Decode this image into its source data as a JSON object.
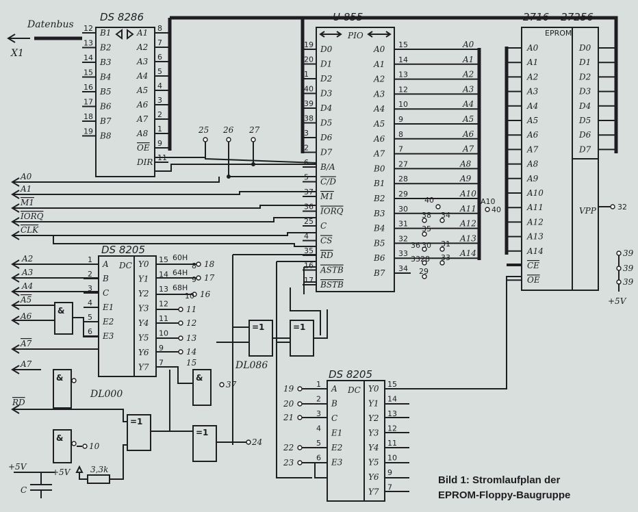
{
  "ic_8286": {
    "name": "DS 8286",
    "left": [
      {
        "n": "12",
        "l": "B1"
      },
      {
        "n": "13",
        "l": "B2"
      },
      {
        "n": "14",
        "l": "B3"
      },
      {
        "n": "15",
        "l": "B4"
      },
      {
        "n": "16",
        "l": "B5"
      },
      {
        "n": "17",
        "l": "B6"
      },
      {
        "n": "18",
        "l": "B7"
      },
      {
        "n": "19",
        "l": "B8"
      }
    ],
    "right": [
      {
        "n": "8",
        "l": "A1"
      },
      {
        "n": "7",
        "l": "A2"
      },
      {
        "n": "6",
        "l": "A3"
      },
      {
        "n": "5",
        "l": "A4"
      },
      {
        "n": "4",
        "l": "A5"
      },
      {
        "n": "3",
        "l": "A6"
      },
      {
        "n": "2",
        "l": "A7"
      },
      {
        "n": "1",
        "l": "A8"
      },
      {
        "n": "9",
        "l": "OE"
      },
      {
        "n": "11",
        "l": "DIR"
      }
    ]
  },
  "ic_u855": {
    "name": "U 855",
    "center": "PIO",
    "left": [
      {
        "n": "19",
        "l": "D0"
      },
      {
        "n": "20",
        "l": "D1"
      },
      {
        "n": "1",
        "l": "D2"
      },
      {
        "n": "40",
        "l": "D3"
      },
      {
        "n": "39",
        "l": "D4"
      },
      {
        "n": "38",
        "l": "D5"
      },
      {
        "n": "3",
        "l": "D6"
      },
      {
        "n": "2",
        "l": "D7"
      },
      {
        "n": "6",
        "l": "B/A"
      },
      {
        "n": "5",
        "l": "C/D"
      },
      {
        "n": "37",
        "l": "M1"
      },
      {
        "n": "36",
        "l": "IORQ"
      },
      {
        "n": "25",
        "l": "C"
      },
      {
        "n": "4",
        "l": "CS"
      },
      {
        "n": "35",
        "l": "RD"
      },
      {
        "n": "16",
        "l": "ASTB"
      },
      {
        "n": "17",
        "l": "BSTB"
      }
    ],
    "right": [
      {
        "n": "15",
        "l": "A0"
      },
      {
        "n": "14",
        "l": "A1"
      },
      {
        "n": "13",
        "l": "A2"
      },
      {
        "n": "12",
        "l": "A3"
      },
      {
        "n": "10",
        "l": "A4"
      },
      {
        "n": "9",
        "l": "A5"
      },
      {
        "n": "8",
        "l": "A6"
      },
      {
        "n": "7",
        "l": "A7"
      },
      {
        "n": "27",
        "l": "B0"
      },
      {
        "n": "28",
        "l": "B1"
      },
      {
        "n": "29",
        "l": "B2"
      },
      {
        "n": "30",
        "l": "B3"
      },
      {
        "n": "31",
        "l": "B4"
      },
      {
        "n": "32",
        "l": "B5"
      },
      {
        "n": "33",
        "l": "B6"
      },
      {
        "n": "34",
        "l": "B7"
      }
    ],
    "netA": [
      "A0",
      "A1",
      "A2",
      "A3",
      "A4",
      "A5",
      "A6",
      "A7"
    ],
    "netB": [
      "A8",
      "A9",
      "A10",
      "A11",
      "A12",
      "A13",
      "A14"
    ]
  },
  "ic_eprom": {
    "name": "2716 – 27256",
    "center": "EPROM",
    "left": [
      "A0",
      "A1",
      "A2",
      "A3",
      "A4",
      "A5",
      "A6",
      "A7",
      "A8",
      "A9",
      "A10",
      "A11",
      "A12",
      "A13",
      "A14",
      "CE",
      "OE"
    ],
    "right": [
      "D0",
      "D1",
      "D2",
      "D3",
      "D4",
      "D5",
      "D6",
      "D7"
    ],
    "vpp": "VPP",
    "vpp_pin": "32"
  },
  "ic_8205a": {
    "name": "DS 8205",
    "center": "DC",
    "left": [
      {
        "n": "1",
        "l": "A"
      },
      {
        "n": "2",
        "l": "B"
      },
      {
        "n": "3",
        "l": "C"
      },
      {
        "n": "4",
        "l": "E1"
      },
      {
        "n": "5",
        "l": "E2"
      },
      {
        "n": "6",
        "l": "E3"
      }
    ],
    "right": [
      {
        "n": "15",
        "l": "Y0"
      },
      {
        "n": "14",
        "l": "Y1"
      },
      {
        "n": "13",
        "l": "Y2"
      },
      {
        "n": "12",
        "l": "Y3"
      },
      {
        "n": "11",
        "l": "Y4"
      },
      {
        "n": "10",
        "l": "Y5"
      },
      {
        "n": "9",
        "l": "Y6"
      },
      {
        "n": "7",
        "l": "Y7"
      }
    ]
  },
  "ic_8205b": {
    "name": "DS 8205",
    "center": "DC",
    "left": [
      {
        "n": "1",
        "l": "A"
      },
      {
        "n": "2",
        "l": "B"
      },
      {
        "n": "3",
        "l": "C"
      },
      {
        "n": "4",
        "l": "E1"
      },
      {
        "n": "5",
        "l": "E2"
      },
      {
        "n": "6",
        "l": "E3"
      }
    ],
    "right": [
      {
        "n": "15",
        "l": "Y0"
      },
      {
        "n": "14",
        "l": "Y1"
      },
      {
        "n": "13",
        "l": "Y2"
      },
      {
        "n": "12",
        "l": "Y3"
      },
      {
        "n": "11",
        "l": "Y4"
      },
      {
        "n": "10",
        "l": "Y5"
      },
      {
        "n": "9",
        "l": "Y6"
      },
      {
        "n": "7",
        "l": "Y7"
      }
    ]
  },
  "signals": {
    "datenbus": "Datenbus",
    "x1": "X1",
    "a0": "A0",
    "a1": "A1",
    "m1": "M1",
    "iorq": "IORQ",
    "clk": "CLK",
    "a2": "A2",
    "a3": "A3",
    "a4": "A4",
    "a5": "A5",
    "a6": "A6",
    "a7n": "A7",
    "a7": "A7",
    "rd": "RD",
    "p5v": "+5V",
    "p5v2": "+5V",
    "p5v3": "+5V",
    "cap": "C",
    "res": "3,3k"
  },
  "terminals": {
    "t25": "25",
    "t26": "26",
    "t27": "27",
    "t24": "24",
    "t10": "10",
    "t37": "37",
    "t18": "18",
    "t17": "17",
    "t16": "16",
    "t11": "11",
    "t12": "12",
    "t13": "13",
    "t14": "14",
    "t15": "15",
    "t19": "19",
    "t20": "20",
    "t21": "21",
    "t22": "22",
    "t23": "23",
    "t38": "38",
    "t34": "34",
    "t35": "35",
    "t31": "31",
    "t33": "33",
    "t36": "36",
    "t30": "30",
    "t28": "28",
    "t29": "29",
    "t40": "40",
    "t40b": "40",
    "a10b": "A10",
    "t32": "32",
    "t39a": "39",
    "t39b": "39",
    "t39c": "39",
    "h60": "60H",
    "h64": "64H",
    "h68": "68H",
    "p8": "8",
    "p9": "9",
    "p10": "10"
  },
  "gates": {
    "and": "&",
    "xor": "=1",
    "dl000": "DL000",
    "dl086": "DL086"
  },
  "caption": {
    "line1": "Bild 1:   Stromlaufplan   der",
    "line2": "EPROM-Floppy-Baugruppe"
  }
}
